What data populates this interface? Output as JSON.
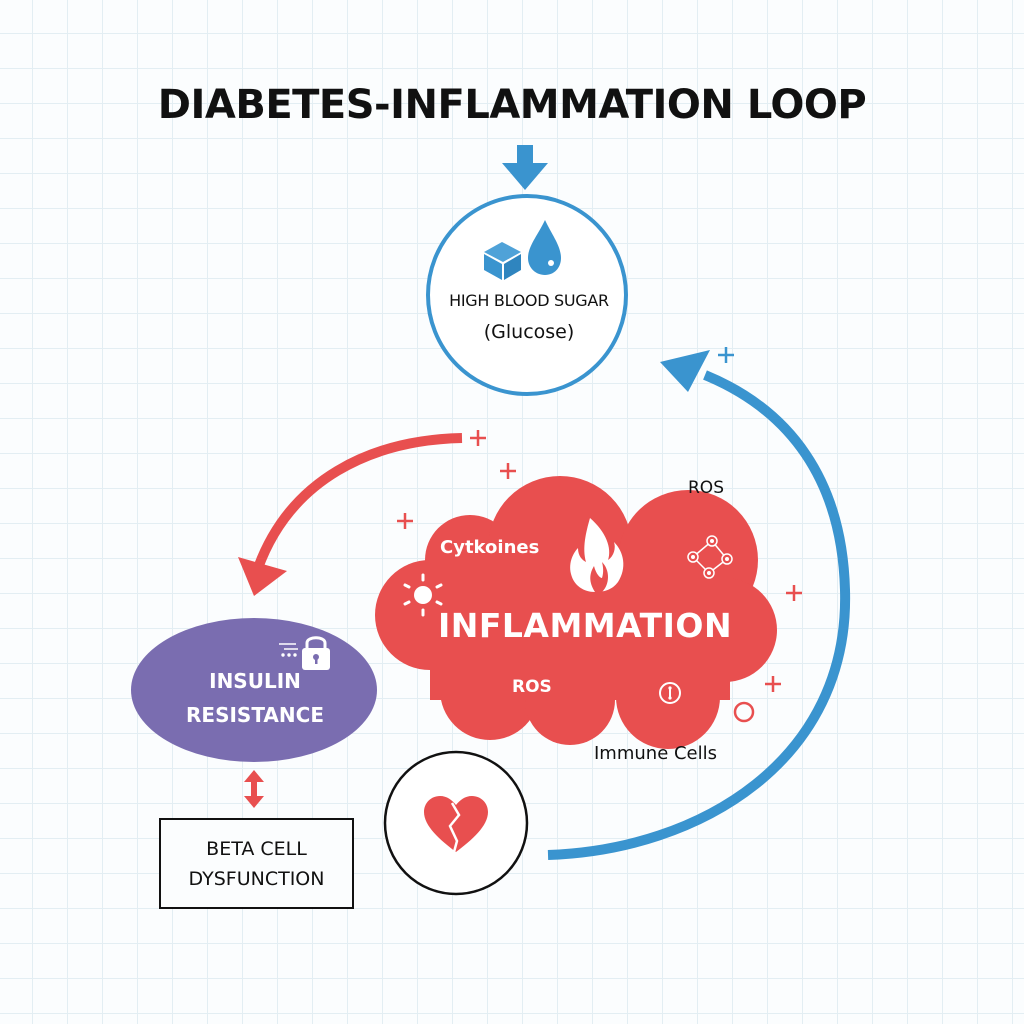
{
  "title": "DIABETES-INFLAMMATION LOOP",
  "colors": {
    "blue": "#3a94cf",
    "red": "#e84f4f",
    "purple": "#7a6db0",
    "dark": "#111111",
    "grid": "#e3eef3"
  },
  "nodes": {
    "glucose": {
      "title": "HIGH BLOOD SUGAR",
      "subtitle": "(Glucose)",
      "icons": [
        "sugar-cube-icon",
        "blood-drop-icon"
      ]
    },
    "inflammation": {
      "title": "INFLAMMATION",
      "labels": {
        "cytokines": "Cytkoines",
        "ros_inner": "ROS",
        "ros_outer": "ROS",
        "immune_cells": "Immune Cells"
      },
      "icons": [
        "flame-icon",
        "sun-icon",
        "molecule-icon",
        "alert-circle-icon"
      ]
    },
    "insulin_resistance": {
      "line1": "INSULIN",
      "line2": "RESISTANCE",
      "icons": [
        "lock-icon"
      ]
    },
    "beta_cell": {
      "line1": "BETA CELL",
      "line2": "DYSFUNCTION"
    },
    "heart": {
      "icons": [
        "broken-heart-icon"
      ]
    }
  },
  "connectors": [
    {
      "from": "input",
      "to": "glucose",
      "style": "blue-down-arrow"
    },
    {
      "from": "inflammation",
      "to": "insulin_resistance",
      "style": "red-curved-arrow"
    },
    {
      "from": "heart",
      "to": "glucose",
      "style": "blue-curved-arrow"
    },
    {
      "from": "insulin_resistance",
      "to": "beta_cell",
      "style": "red-double-arrow"
    }
  ],
  "decorations": {
    "plus_signs": "+"
  }
}
